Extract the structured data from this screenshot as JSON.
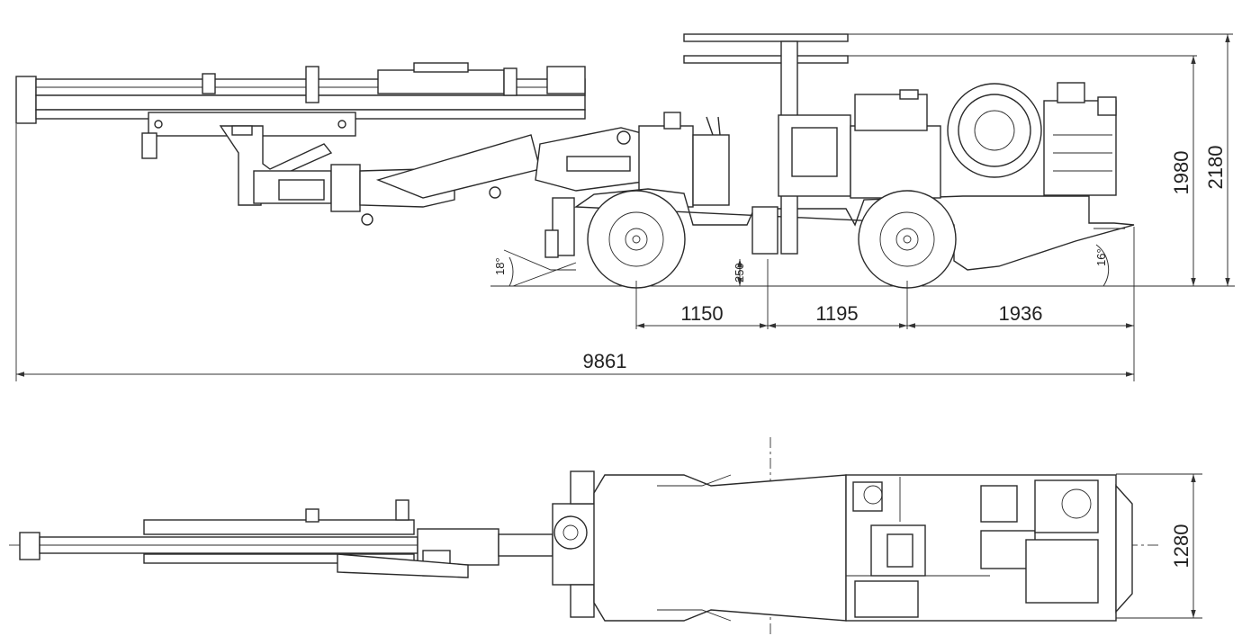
{
  "dimensions": {
    "front_overhang": "1150",
    "wheelbase": "1195",
    "rear_overhang": "1936",
    "overall_length": "9861",
    "body_height": "1980",
    "canopy_height": "2180",
    "width": "1280",
    "ground_clearance": "250",
    "approach_angle": "18°",
    "departure_angle": "16°"
  },
  "colors": {
    "line": "#2a2a2a",
    "background": "#ffffff"
  }
}
